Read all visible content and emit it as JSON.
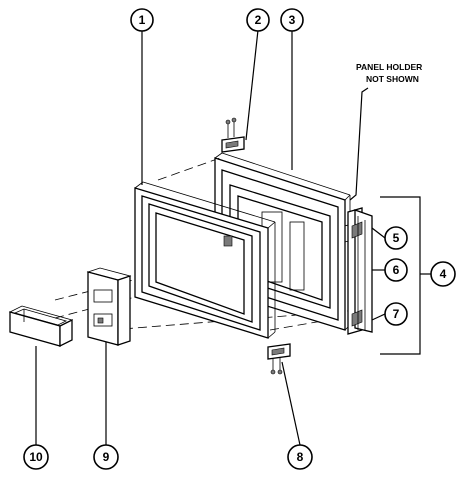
{
  "callouts": {
    "c1": "1",
    "c2": "2",
    "c3": "3",
    "c4": "4",
    "c5": "5",
    "c6": "6",
    "c7": "7",
    "c8": "8",
    "c9": "9",
    "c10": "10"
  },
  "note": {
    "line1": "PANEL HOLDER",
    "line2": "NOT SHOWN"
  }
}
